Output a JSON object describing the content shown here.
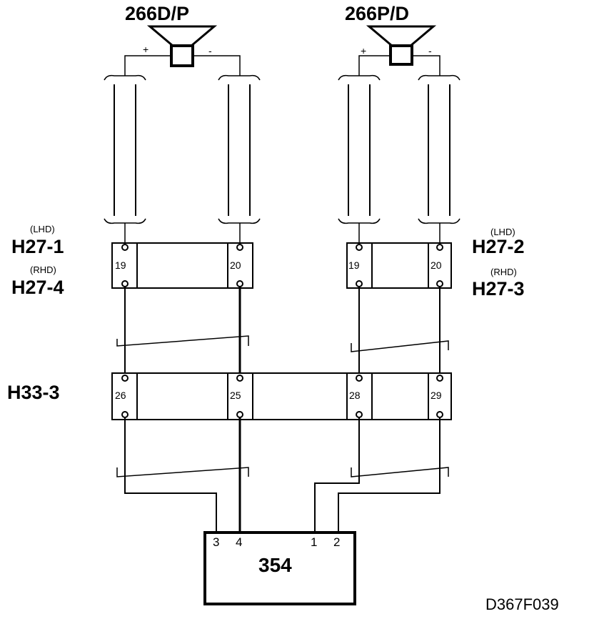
{
  "speakers": {
    "left": {
      "label": "266D/P",
      "plus": "+",
      "minus": "-"
    },
    "right": {
      "label": "266P/D",
      "plus": "+",
      "minus": "-"
    }
  },
  "connectors": {
    "h27_left": {
      "lhd_note": "(LHD)",
      "lhd_label": "H27-1",
      "rhd_note": "(RHD)",
      "rhd_label": "H27-4",
      "pins": [
        "19",
        "20"
      ]
    },
    "h27_right": {
      "lhd_note": "(LHD)",
      "lhd_label": "H27-2",
      "rhd_note": "(RHD)",
      "rhd_label": "H27-3",
      "pins": [
        "19",
        "20"
      ]
    },
    "h33": {
      "label": "H33-3",
      "pins": [
        "26",
        "25",
        "28",
        "29"
      ]
    }
  },
  "unit": {
    "label": "354",
    "pins": [
      "3",
      "4",
      "1",
      "2"
    ]
  },
  "reference": "D367F039"
}
